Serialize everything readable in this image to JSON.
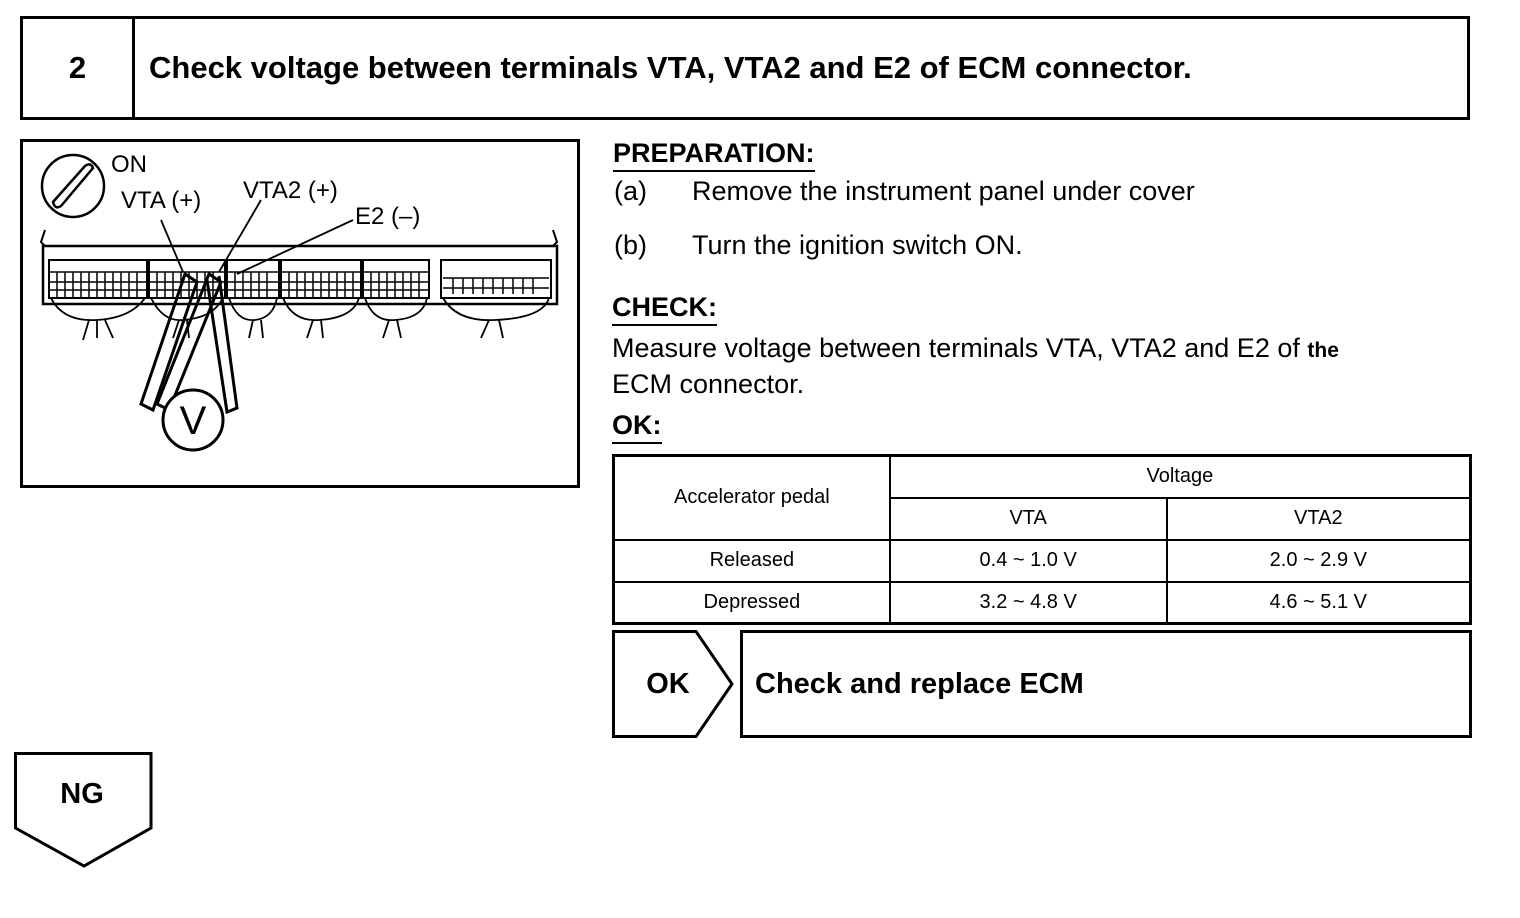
{
  "step": {
    "number": "2",
    "title": "Check voltage between terminals VTA, VTA2 and E2 of ECM connector."
  },
  "diagram": {
    "ignition_label": "ON",
    "vta_label": "VTA (+)",
    "vta2_label": "VTA2 (+)",
    "e2_label": "E2 (–)",
    "meter_label": "V"
  },
  "preparation": {
    "heading": "PREPARATION:",
    "items": [
      {
        "label": "(a)",
        "text": "Remove the instrument panel under cover"
      },
      {
        "label": "(b)",
        "text": "Turn the ignition switch ON."
      }
    ]
  },
  "check": {
    "heading": "CHECK:",
    "text_line1": "Measure voltage between terminals VTA, VTA2 and E2 of",
    "text_the": "the",
    "text_line2": "ECM connector."
  },
  "ok": {
    "heading": "OK:",
    "table": {
      "col_header_pedal": "Accelerator pedal",
      "col_header_voltage": "Voltage",
      "sub_headers": [
        "VTA",
        "VTA2"
      ],
      "rows": [
        {
          "pedal": "Released",
          "vta": "0.4 ~ 1.0 V",
          "vta2": "2.0 ~ 2.9 V"
        },
        {
          "pedal": "Depressed",
          "vta": "3.2 ~ 4.8 V",
          "vta2": "4.6 ~ 5.1 V"
        }
      ]
    }
  },
  "result_ok": {
    "label": "OK",
    "action": "Check and replace ECM"
  },
  "result_ng": {
    "label": "NG"
  }
}
